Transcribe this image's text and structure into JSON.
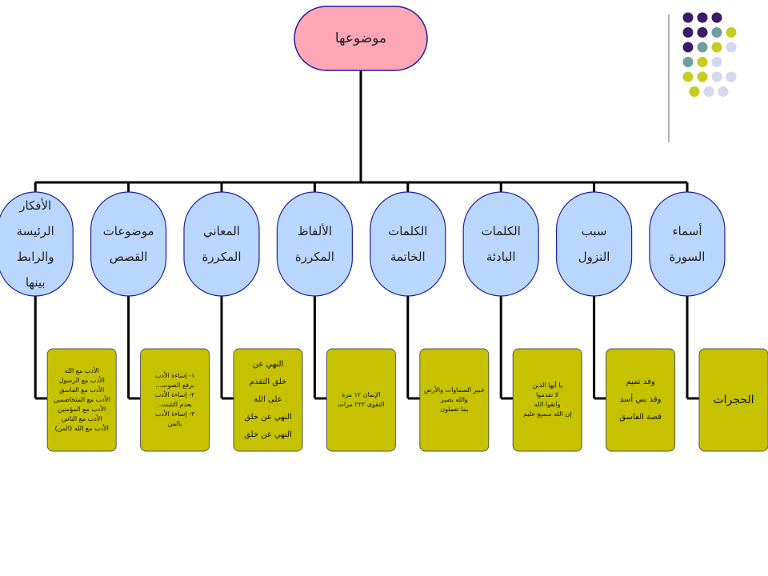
{
  "root": {
    "label": "موضوعها"
  },
  "branches": [
    {
      "title": [
        "أسماء",
        "السورة"
      ],
      "items": [
        "الحجرات"
      ]
    },
    {
      "title": [
        "سبب",
        "النزول"
      ],
      "items": [
        "وفد تميم",
        "وفد بني أسد",
        "قصة الفاسق"
      ]
    },
    {
      "title": [
        "الكلمات",
        "البادئة"
      ],
      "items": [
        "يا أيها الذين",
        "لا تقدموا",
        "واتقوا الله",
        "إن الله سميع عليم"
      ]
    },
    {
      "title": [
        "الكلمات",
        "الخاتمة"
      ],
      "items": [
        "خبير السماوات والأرض",
        "والله بصير",
        "بما تعملون"
      ]
    },
    {
      "title": [
        "الألفاظ",
        "المكررة"
      ],
      "items": [
        "الإيمان ١٢ مرة",
        "التقوى ٢٢٢ مرات"
      ]
    },
    {
      "title": [
        "المعاني",
        "المكررة"
      ],
      "items": [
        "النهي عن",
        "خلق التقدم",
        "على الله",
        "النهي عن خلق",
        "النهي عن خلق"
      ]
    },
    {
      "title": [
        "موضوعات",
        "القصص"
      ],
      "items": [
        "١- إساءة الأدب",
        "برفع الصوت...",
        "٢- إساءة الأدب",
        "بعدم التثبت..",
        "٣- إساءة الأدب",
        "بالمن"
      ]
    },
    {
      "title": [
        "الأفكار",
        "الرئيسة",
        "والرابط",
        "بينها"
      ],
      "items": [
        "الأدب مع الله",
        "الأدب مع الرسول",
        "الأدب مع الفاسق",
        "الأدب مع المتخاصمين",
        "الأدب مع المؤمنين",
        "الأدب مع الناس",
        "الأدب مع الله (المن)"
      ]
    }
  ],
  "colors": {
    "root_fill": "#ffa6b4",
    "oval_fill": "#b9d6fc",
    "box_fill": "#c6c200",
    "outline": "#1f1fa0",
    "line": "#000000",
    "dot_purple": "#3c1a6a",
    "dot_teal": "#6f9ea0",
    "dot_yellow": "#c6cc20",
    "dot_lavender": "#d6d6ee"
  },
  "decoration": {
    "dot_grid": [
      [
        "purple",
        "purple",
        "purple",
        "none"
      ],
      [
        "purple",
        "purple",
        "teal",
        "yellow"
      ],
      [
        "purple",
        "teal",
        "yellow",
        "lavender"
      ],
      [
        "teal",
        "yellow",
        "lavender",
        "none"
      ],
      [
        "yellow",
        "yellow",
        "lavender",
        "lavender"
      ],
      [
        "yellow",
        "lavender",
        "lavender",
        "none"
      ]
    ]
  }
}
